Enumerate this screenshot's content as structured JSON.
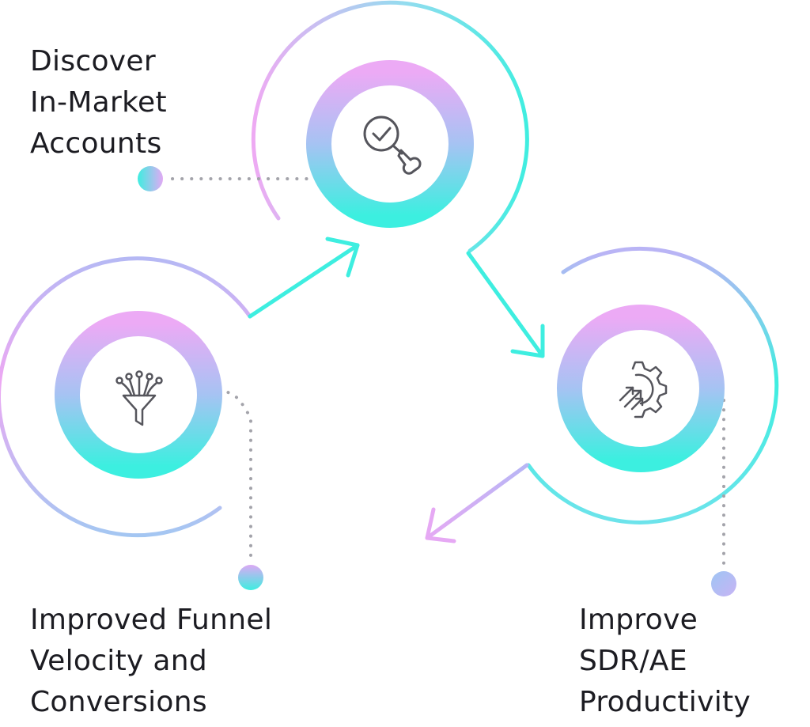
{
  "steps": {
    "discover": {
      "lines": [
        "Discover",
        "In-Market",
        "Accounts"
      ],
      "icon": "magnifier-check-icon"
    },
    "funnel": {
      "lines": [
        "Improved Funnel",
        "Velocity and",
        "Conversions"
      ],
      "icon": "funnel-icon"
    },
    "sdr": {
      "lines": [
        "Improve",
        "SDR/AE",
        "Productivity"
      ],
      "icon": "gear-arrows-icon"
    }
  },
  "colors": {
    "gradient_pink": "#e9a6f5",
    "gradient_lavender": "#b8b6f6",
    "gradient_cyan": "#3eeee0",
    "connector_dots": "#a3a3aa",
    "icon_stroke": "#55555c",
    "text": "#1c1c22"
  }
}
